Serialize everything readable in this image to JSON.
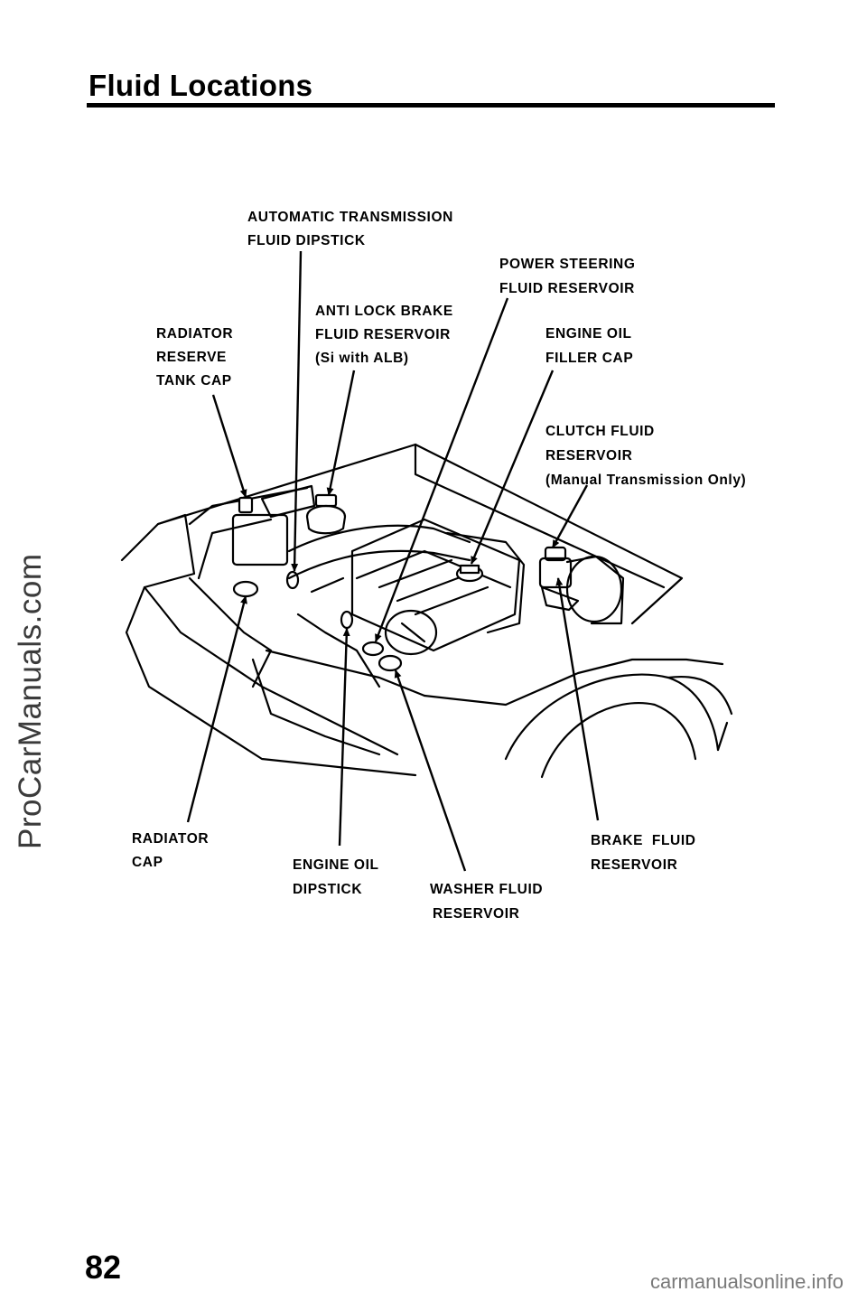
{
  "page": {
    "title": "Fluid Locations",
    "page_number": "82",
    "side_watermark": "ProCarManuals.com",
    "footer_watermark": "carmanualsonline.info"
  },
  "labels": {
    "atf_dipstick": [
      "AUTOMATIC TRANSMISSION",
      "FLUID DIPSTICK"
    ],
    "power_steering": [
      "POWER STEERING",
      "FLUID RESERVOIR"
    ],
    "abs_reservoir": [
      "ANTI LOCK BRAKE",
      "FLUID RESERVOIR",
      "(Si with ALB)"
    ],
    "radiator_reserve": [
      "RADIATOR",
      "RESERVE",
      "TANK CAP"
    ],
    "engine_oil_filler": [
      "ENGINE OIL",
      "FILLER CAP"
    ],
    "clutch_fluid": [
      "CLUTCH FLUID",
      "RESERVOIR",
      "(Manual Transmission Only)"
    ],
    "radiator_cap": [
      "RADIATOR",
      "CAP"
    ],
    "engine_oil_dipstick": [
      "ENGINE OIL",
      "DIPSTICK"
    ],
    "washer_fluid": [
      "WASHER FLUID",
      "RESERVOIR"
    ],
    "brake_fluid": [
      "BRAKE  FLUID",
      "RESERVOIR"
    ]
  }
}
